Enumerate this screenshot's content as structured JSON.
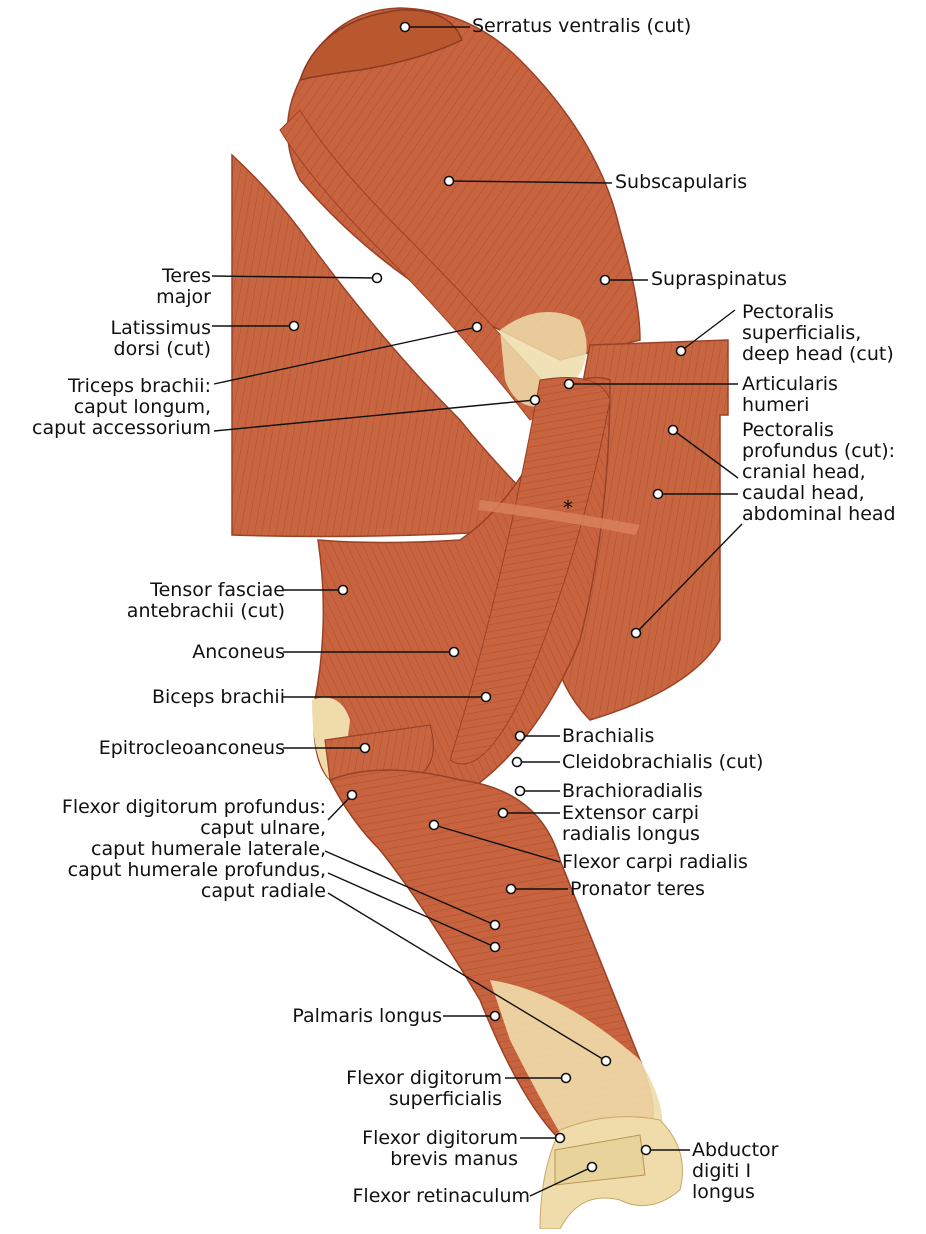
{
  "colors": {
    "muscle": "#c8633f",
    "muscle_dark": "#a8492a",
    "muscle_light": "#d9825e",
    "tendon": "#efdcaa",
    "leader_line": "#111111"
  },
  "asterisk": "*",
  "labels": {
    "serratus_ventralis": "Serratus ventralis (cut)",
    "subscapularis": "Subscapularis",
    "supraspinatus": "Supraspinatus",
    "teres_major": "Teres\nmajor",
    "latissimus_dorsi": "Latissimus\ndorsi (cut)",
    "triceps_brachii": "Triceps brachii:\ncaput longum,\ncaput accessorium",
    "pectoralis_superficialis": "Pectoralis\nsuperficialis,\ndeep head (cut)",
    "articularis_humeri": "Articularis\nhumeri",
    "pectoralis_profundus": "Pectoralis\nprofundus (cut):\ncranial head,\ncaudal head,\nabdominal head",
    "tensor_fasciae": "Tensor fasciae\nantebrachii (cut)",
    "anconeus": "Anconeus",
    "biceps_brachii": "Biceps brachii",
    "epitrocleoanconeus": "Epitrocleoanconeus",
    "flexor_digitorum_profundus": "Flexor digitorum profundus:\ncaput ulnare,\ncaput humerale laterale,\ncaput humerale profundus,\ncaput radiale",
    "brachialis": "Brachialis",
    "cleidobrachialis": "Cleidobrachialis (cut)",
    "brachioradialis": "Brachioradialis",
    "extensor_carpi": "Extensor carpi\nradialis longus",
    "flexor_carpi_radialis": "Flexor carpi radialis",
    "pronator_teres": "Pronator teres",
    "palmaris_longus": "Palmaris longus",
    "flexor_digitorum_superficialis": "Flexor digitorum\nsuperficialis",
    "flexor_digitorum_brevis": "Flexor digitorum\nbrevis manus",
    "flexor_retinaculum": "Flexor retinaculum",
    "abductor_digiti": "Abductor\ndigiti I\nlongus"
  }
}
